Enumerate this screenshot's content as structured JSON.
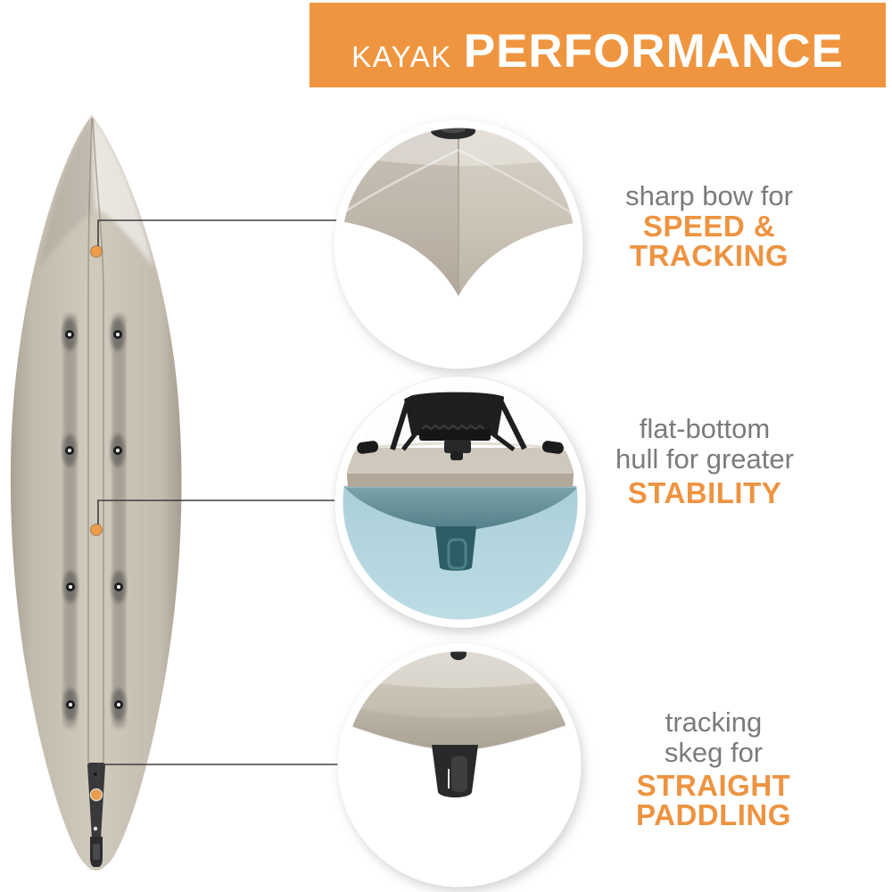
{
  "banner": {
    "prefix": "KAYAK",
    "title": "PERFORMANCE"
  },
  "callouts": {
    "bow": {
      "muted": [
        "sharp bow for"
      ],
      "accent": [
        "SPEED &",
        "TRACKING"
      ]
    },
    "hull": {
      "muted": [
        "flat-bottom",
        "hull for greater"
      ],
      "accent": [
        "STABILITY"
      ]
    },
    "skeg": {
      "muted": [
        "tracking",
        "skeg for"
      ],
      "accent": [
        "STRAIGHT",
        "PADDLING"
      ]
    }
  },
  "colors": {
    "accent": "#f0953f",
    "accent_text": "#ee9340",
    "muted_text": "#7b7b7b",
    "banner_text": "#ffffff",
    "kayak_body": "#cac3b6",
    "kayak_shade": "#b1a99b",
    "channel_gray": "#a49c91",
    "water_blue": "#aed2dd",
    "submerged_hull": "#6f99a1",
    "skeg_dark": "#343436",
    "line": "#3e3e3e",
    "marker": "#eb9d4c"
  }
}
